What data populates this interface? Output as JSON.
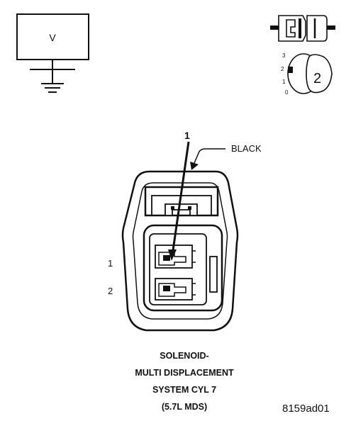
{
  "voltmeter": {
    "label": "V"
  },
  "connector_icon": {
    "key_label": "2",
    "position_labels": [
      "3",
      "2",
      "1",
      "0"
    ]
  },
  "pins": [
    {
      "label": "1"
    },
    {
      "label": "2"
    }
  ],
  "callout": {
    "pin_number": "1",
    "wire_color": "BLACK"
  },
  "caption": {
    "lines": [
      "SOLENOID-",
      "MULTI DISPLACEMENT",
      "SYSTEM CYL 7",
      "(5.7L MDS)"
    ]
  },
  "figure_id": "8159ad01"
}
